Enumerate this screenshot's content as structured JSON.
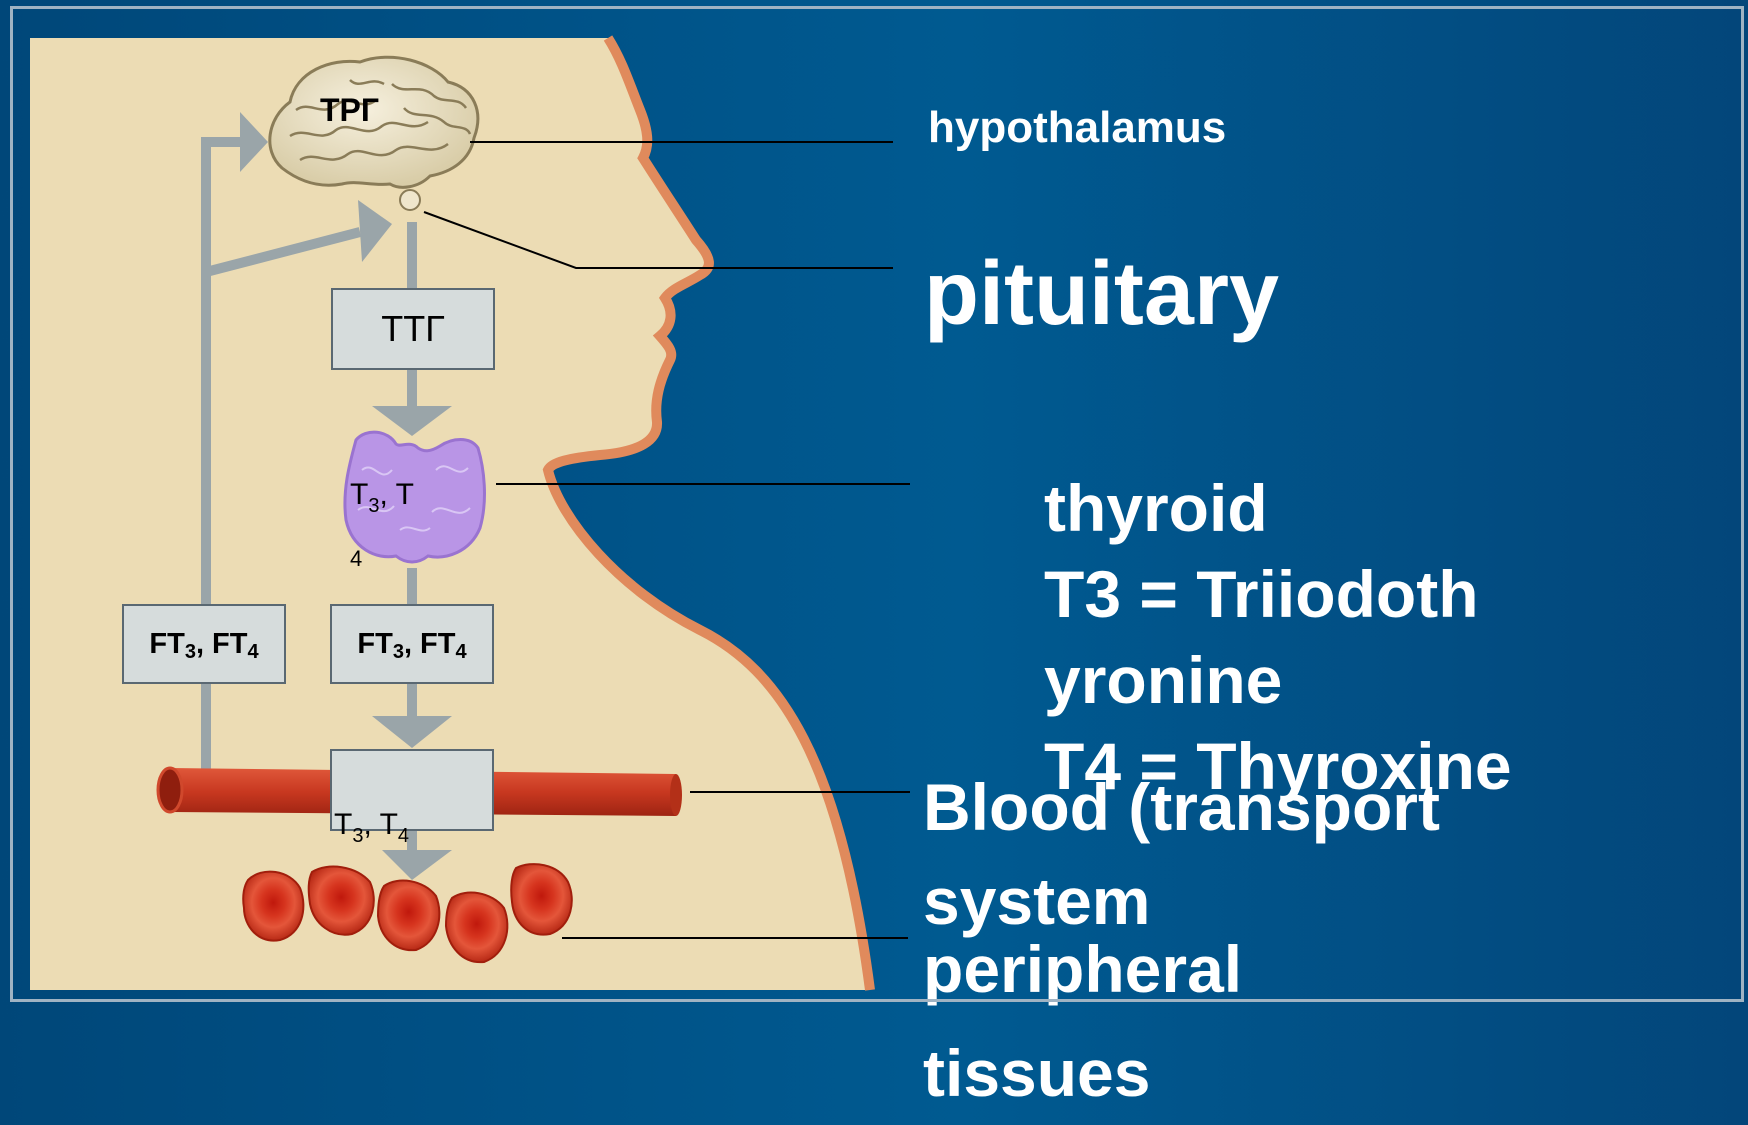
{
  "labels": {
    "hypothalamus": "hypothalamus",
    "pituitary": "pituitary",
    "thyroid": "thyroid",
    "t3_def": "T3 = Triiodothyronine",
    "t4_def": "T4 = Thyroxine",
    "blood": "Blood (transport system",
    "peripheral": "peripheral tissues"
  },
  "diagram": {
    "trg": "ТРГ",
    "ttg": "ТТГ",
    "ft3": "FT",
    "ft_sub3": "3",
    "ft_sep": ", FT",
    "ft_sub4": "4",
    "t3t4_T": "T",
    "t3t4_sub3": "3",
    "t3t4_sep": ", T",
    "t3t4_sub4": "4"
  },
  "colors": {
    "background": "#005a91",
    "skin": "#ecdcb4",
    "skin_edge": "#e08a5c",
    "box": "#d6dcdc",
    "arrow": "#9aa5a9",
    "vessel": "#c0341f",
    "thyroid": "#b995e6",
    "label_text": "#ffffff"
  }
}
